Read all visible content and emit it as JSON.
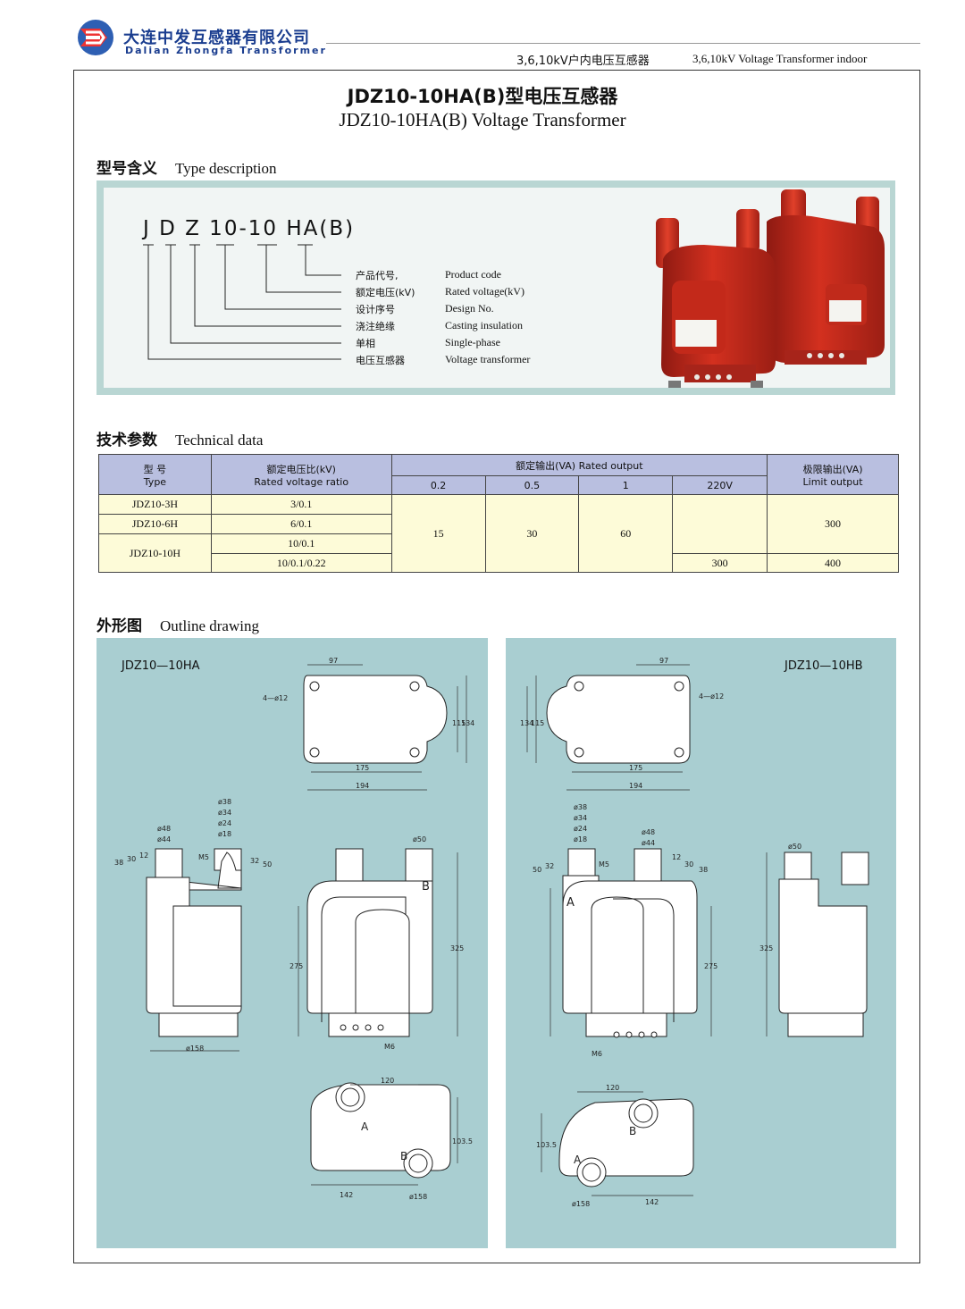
{
  "header": {
    "company_cn": "大连中发互感器有限公司",
    "company_en": "Dalian Zhongfa Transformer",
    "category_cn": "3,6,10kV户内电压互感器",
    "category_en": "3,6,10kV Voltage Transformer indoor"
  },
  "title": {
    "cn": "JDZ10-10HA(B)型电压互感器",
    "en": "JDZ10-10HA(B) Voltage Transformer"
  },
  "type_description": {
    "heading_cn": "型号含义",
    "heading_en": "Type description",
    "model_code": "J D Z 10-10 HA(B)",
    "items": [
      {
        "cn": "产品代号,",
        "en": "Product code"
      },
      {
        "cn": "额定电压(kV)",
        "en": "Rated voltage(kV)"
      },
      {
        "cn": "设计序号",
        "en": "Design No."
      },
      {
        "cn": "浇注绝缘",
        "en": "Casting insulation"
      },
      {
        "cn": "单相",
        "en": "Single-phase"
      },
      {
        "cn": "电压互感器",
        "en": "Voltage transformer"
      }
    ]
  },
  "technical_data": {
    "heading_cn": "技术参数",
    "heading_en": "Technical data",
    "headers": {
      "type_cn": "型 号",
      "type_en": "Type",
      "ratio_cn": "额定电压比(kV)",
      "ratio_en": "Rated voltage ratio",
      "output_cn": "额定输出(VA) Rated output",
      "limit_cn": "极限输出(VA)",
      "limit_en": "Limit output",
      "classes": [
        "0.2",
        "0.5",
        "1",
        "220V"
      ]
    },
    "rows": [
      {
        "type": "JDZ10-3H",
        "ratio": "3/0.1"
      },
      {
        "type": "JDZ10-6H",
        "ratio": "6/0.1"
      },
      {
        "type": "JDZ10-10H",
        "ratio": "10/0.1"
      },
      {
        "ratio": "10/0.1/0.22"
      }
    ],
    "outputs": {
      "c02": "15",
      "c05": "30",
      "c1": "60",
      "limit_main": "300",
      "c220": "300",
      "limit_last": "400"
    }
  },
  "outline": {
    "heading_cn": "外形图",
    "heading_en": "Outline drawing",
    "left_label": "JDZ10—10HA",
    "right_label": "JDZ10—10HB",
    "dims": {
      "d97": "97",
      "d175": "175",
      "d194": "194",
      "d115": "115",
      "d134": "134",
      "holes": "4—ø12",
      "d38": "ø38",
      "d34": "ø34",
      "d24": "ø24",
      "d18": "ø18",
      "d48": "ø48",
      "d44": "ø44",
      "d50": "ø50",
      "d158": "ø158",
      "m5": "M5",
      "m6": "M6",
      "d275": "275",
      "d325": "325",
      "d120": "120",
      "d142": "142",
      "d103": "103.5",
      "h38": "38",
      "h30": "30",
      "h12": "12",
      "h32": "32",
      "h50": "50",
      "a": "A",
      "b": "B"
    }
  },
  "colors": {
    "brand": "#1a3d8f",
    "panel": "#a9ced1",
    "table_head": "#b9bfe0",
    "table_body": "#fdfbd8",
    "product_red": "#c8281c"
  }
}
